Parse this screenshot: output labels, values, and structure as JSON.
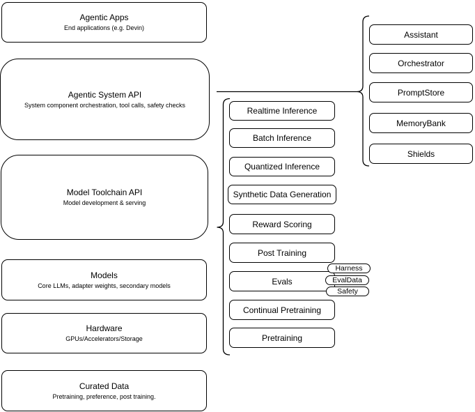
{
  "left": {
    "items": [
      {
        "title": "Agentic Apps",
        "subtitle": "End applications (e.g. Devin)"
      },
      {
        "title": "Agentic System API",
        "subtitle": "System component orchestration, tool calls, safety checks"
      },
      {
        "title": "Model Toolchain API",
        "subtitle": "Model development & serving"
      },
      {
        "title": "Models",
        "subtitle": "Core LLMs, adapter weights, secondary models"
      },
      {
        "title": "Hardware",
        "subtitle": "GPUs/Accelerators/Storage"
      },
      {
        "title": "Curated Data",
        "subtitle": "Pretraining, preference, post training."
      }
    ]
  },
  "mid": {
    "items": [
      {
        "label": "Realtime Inference"
      },
      {
        "label": "Batch Inference"
      },
      {
        "label": "Quantized Inference"
      },
      {
        "label": "Synthetic Data Generation"
      },
      {
        "label": "Reward Scoring"
      },
      {
        "label": "Post Training"
      },
      {
        "label": "Evals"
      },
      {
        "label": "Continual Pretraining"
      },
      {
        "label": "Pretraining"
      }
    ]
  },
  "tags": {
    "items": [
      {
        "label": "Harness"
      },
      {
        "label": "EvalData"
      },
      {
        "label": "Safety"
      }
    ]
  },
  "right": {
    "items": [
      {
        "label": "Assistant"
      },
      {
        "label": "Orchestrator"
      },
      {
        "label": "PromptStore"
      },
      {
        "label": "MemoryBank"
      },
      {
        "label": "Shields"
      }
    ]
  },
  "colors": {
    "stroke": "#000000",
    "fill": "#ffffff",
    "background": "#ffffff"
  }
}
